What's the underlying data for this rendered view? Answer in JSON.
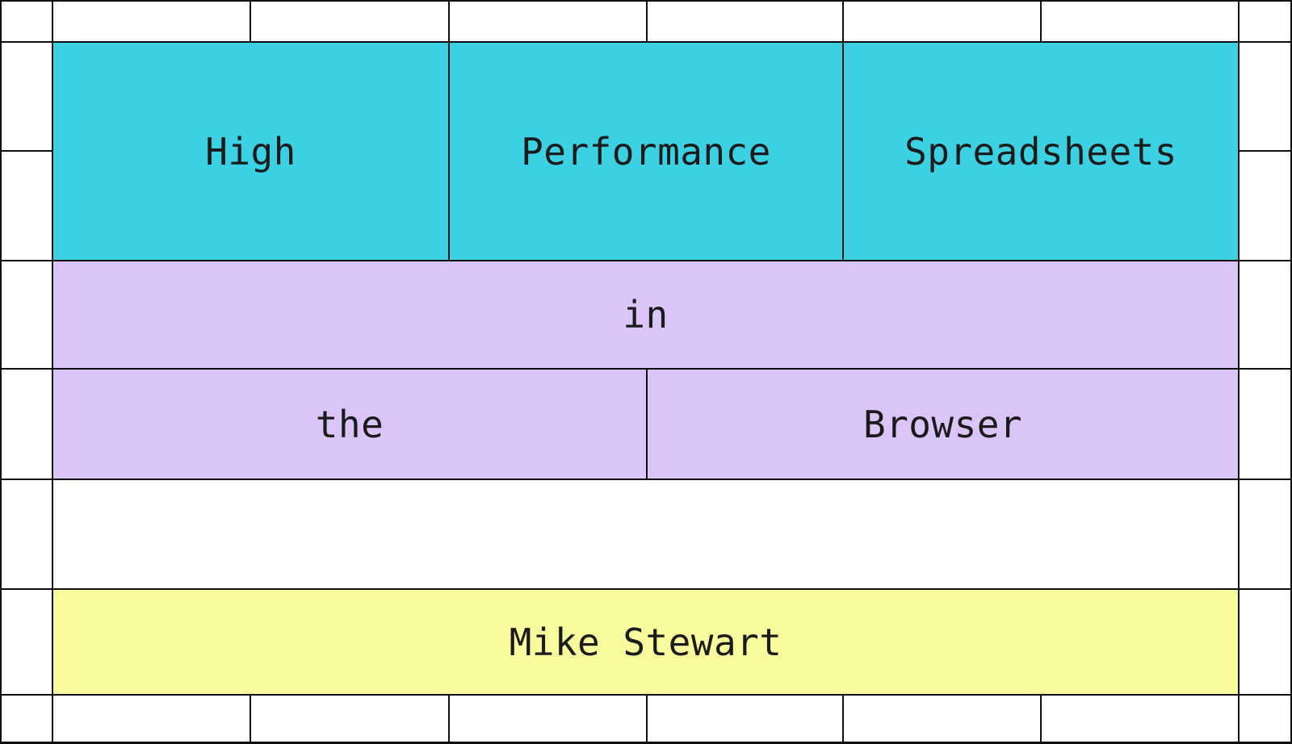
{
  "cells": {
    "high": {
      "label": "High"
    },
    "performance": {
      "label": "Performance"
    },
    "spreadsheets": {
      "label": "Spreadsheets"
    },
    "in_word": {
      "label": "in"
    },
    "the_word": {
      "label": "the"
    },
    "browser": {
      "label": "Browser"
    },
    "author": {
      "label": "Mike Stewart"
    }
  },
  "colors": {
    "cyan": "#3bd1e3",
    "purple": "#dbc4f7",
    "yellow": "#f9fa9d",
    "line": "#0f0f0f",
    "text": "#1b1b1b",
    "bg": "#ffffff"
  }
}
